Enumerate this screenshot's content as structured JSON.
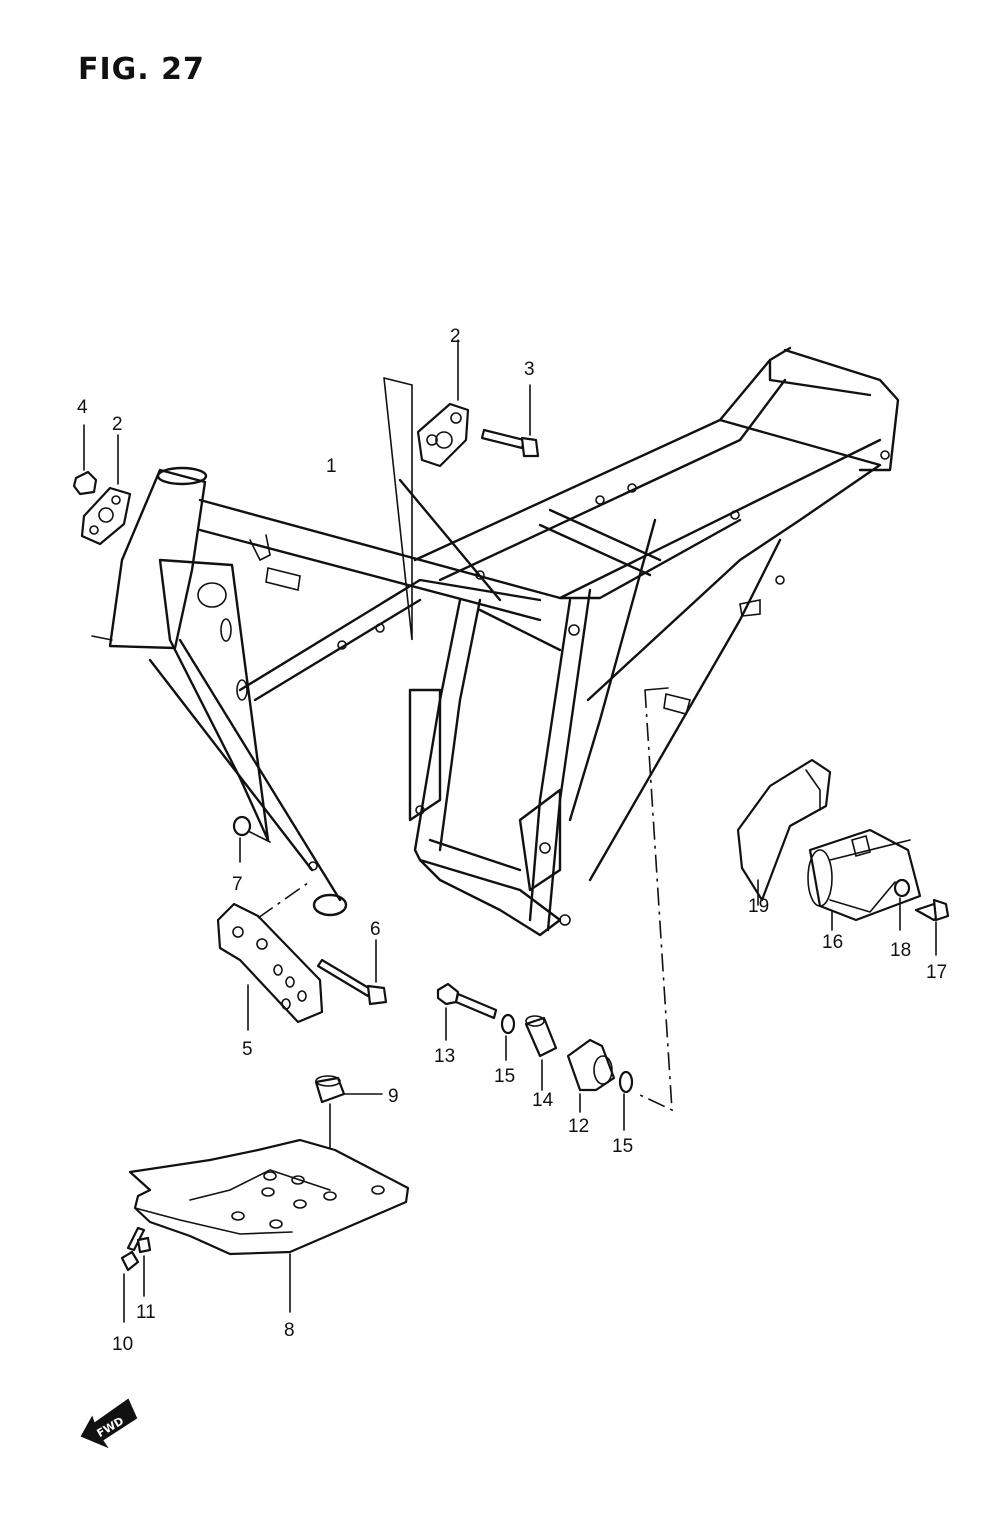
{
  "figure": {
    "title": "FIG. 27"
  },
  "callouts": [
    "2",
    "3",
    "4",
    "2",
    "1",
    "7",
    "6",
    "5",
    "19",
    "16",
    "18",
    "17",
    "13",
    "15",
    "14",
    "12",
    "15",
    "9",
    "8",
    "10",
    "11"
  ],
  "fwd_label": "FWD"
}
